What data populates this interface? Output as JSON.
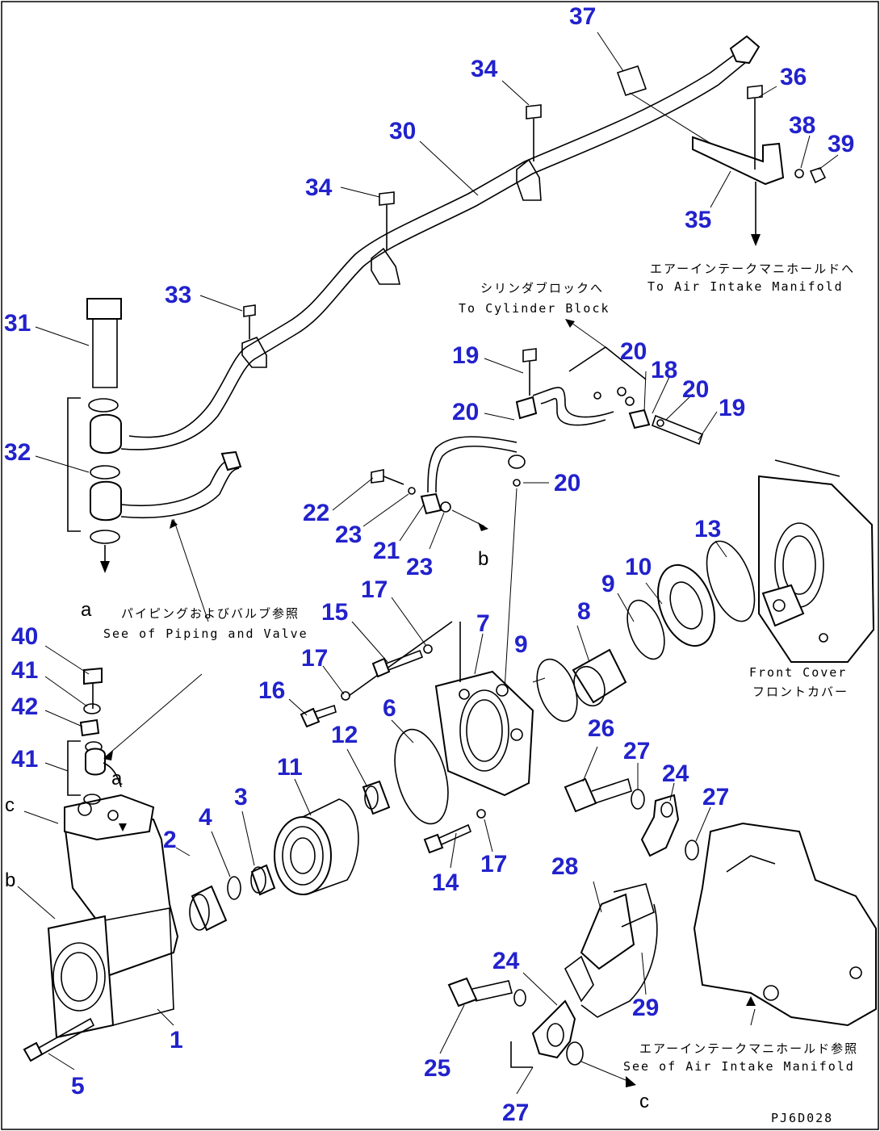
{
  "drawing_code": "PJ6D028",
  "callouts": [
    {
      "id": "37",
      "label": "37"
    },
    {
      "id": "34a",
      "label": "34"
    },
    {
      "id": "36",
      "label": "36"
    },
    {
      "id": "30",
      "label": "30"
    },
    {
      "id": "38",
      "label": "38"
    },
    {
      "id": "39",
      "label": "39"
    },
    {
      "id": "34b",
      "label": "34"
    },
    {
      "id": "35",
      "label": "35"
    },
    {
      "id": "33",
      "label": "33"
    },
    {
      "id": "31",
      "label": "31"
    },
    {
      "id": "19a",
      "label": "19"
    },
    {
      "id": "20a",
      "label": "20"
    },
    {
      "id": "18",
      "label": "18"
    },
    {
      "id": "20b",
      "label": "20"
    },
    {
      "id": "19b",
      "label": "19"
    },
    {
      "id": "20c",
      "label": "20"
    },
    {
      "id": "32",
      "label": "32"
    },
    {
      "id": "20d",
      "label": "20"
    },
    {
      "id": "22",
      "label": "22"
    },
    {
      "id": "23a",
      "label": "23"
    },
    {
      "id": "21",
      "label": "21"
    },
    {
      "id": "23b",
      "label": "23"
    },
    {
      "id": "13",
      "label": "13"
    },
    {
      "id": "10",
      "label": "10"
    },
    {
      "id": "9a",
      "label": "9"
    },
    {
      "id": "17a",
      "label": "17"
    },
    {
      "id": "8",
      "label": "8"
    },
    {
      "id": "40",
      "label": "40"
    },
    {
      "id": "15",
      "label": "15"
    },
    {
      "id": "7",
      "label": "7"
    },
    {
      "id": "9b",
      "label": "9"
    },
    {
      "id": "41a",
      "label": "41"
    },
    {
      "id": "17b",
      "label": "17"
    },
    {
      "id": "16",
      "label": "16"
    },
    {
      "id": "42",
      "label": "42"
    },
    {
      "id": "6",
      "label": "6"
    },
    {
      "id": "12",
      "label": "12"
    },
    {
      "id": "26",
      "label": "26"
    },
    {
      "id": "41b",
      "label": "41"
    },
    {
      "id": "11",
      "label": "11"
    },
    {
      "id": "27a",
      "label": "27"
    },
    {
      "id": "24a",
      "label": "24"
    },
    {
      "id": "3",
      "label": "3"
    },
    {
      "id": "27b",
      "label": "27"
    },
    {
      "id": "4",
      "label": "4"
    },
    {
      "id": "2",
      "label": "2"
    },
    {
      "id": "17c",
      "label": "17"
    },
    {
      "id": "14",
      "label": "14"
    },
    {
      "id": "28",
      "label": "28"
    },
    {
      "id": "24b",
      "label": "24"
    },
    {
      "id": "29",
      "label": "29"
    },
    {
      "id": "1",
      "label": "1"
    },
    {
      "id": "25",
      "label": "25"
    },
    {
      "id": "5",
      "label": "5"
    },
    {
      "id": "27c",
      "label": "27"
    }
  ],
  "notes": {
    "air_intake_jp": "エアーインテークマニホールドへ",
    "air_intake_en": "To Air Intake Manifold",
    "cyl_block_jp": "シリンダブロックへ",
    "cyl_block_en": "To Cylinder Block",
    "piping_jp": "パイピングおよびバルブ参照",
    "piping_en": "See of Piping and Valve",
    "front_cover_en": "Front Cover",
    "front_cover_jp": "フロントカバー",
    "see_air_jp": "エアーインテークマニホールド参照",
    "see_air_en": "See of Air Intake Manifold"
  },
  "refs": {
    "a1": "a",
    "a2": "a",
    "b1": "b",
    "b2": "b",
    "c1": "c",
    "c2": "c"
  }
}
